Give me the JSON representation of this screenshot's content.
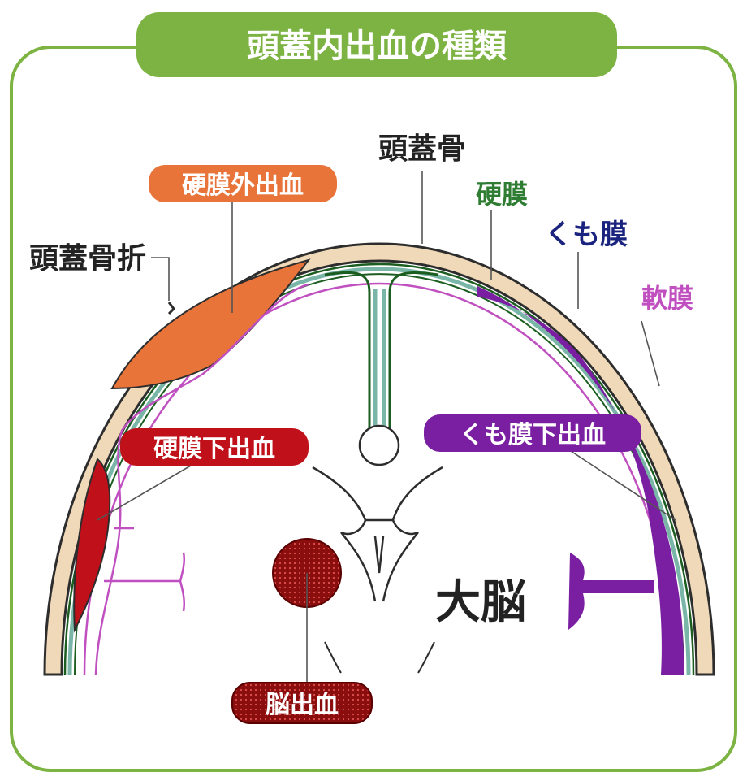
{
  "title": "頭蓋内出血の種類",
  "labels": {
    "skull": "頭蓋骨",
    "dura": "硬膜",
    "arachnoid": "くも膜",
    "pia": "軟膜",
    "skull_fracture": "頭蓋骨折",
    "brain": "大脳"
  },
  "badges": {
    "epidural": "硬膜外出血",
    "subdural": "硬膜下出血",
    "subarachnoid": "くも膜下出血",
    "intracerebral": "脳出血"
  },
  "colors": {
    "frame": "#7cb342",
    "title_bg": "#7cb342",
    "skull": "#f0d9b8",
    "dura_line": "#2e7d32",
    "arachnoid_label": "#1a237e",
    "pia": "#c04fc0",
    "epidural": "#e8743a",
    "subdural": "#c0101a",
    "subarachnoid": "#7a1fa2",
    "intracerebral": "#8b0e0e"
  }
}
